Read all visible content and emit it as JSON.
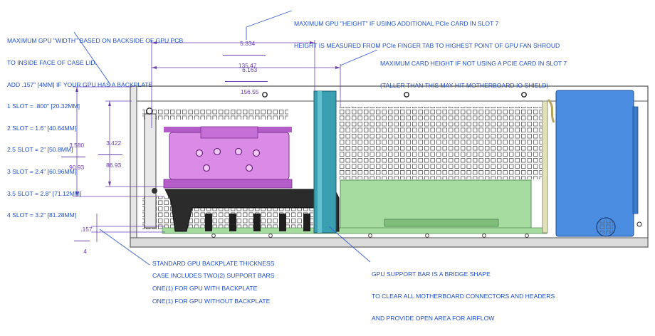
{
  "notes": {
    "gpu_width_lines": [
      "MAXIMUM GPU \"WIDTH\" BASED ON BACKSIDE OF GPU PCB",
      "TO INSIDE FACE OF CASE LID.",
      "ADD .157\" [4mm] IF YOUR GPU HAS A BACKPLATE",
      "1 SLOT = .800\" [20.32mm]",
      "2 SLOT = 1.6\" [40.64mm]",
      "2.5 SLOT = 2\" [50.8mm]",
      "3 SLOT = 2.4\" [60.96mm]",
      "3.5 SLOT = 2.8\" [71.12mm]",
      "4 SLOT = 3.2\" [81.28mm]"
    ],
    "gpu_height_lines": [
      "MAXIMUM GPU \"HEIGHT\" IF USING ADDITIONAL PCIe CARD IN SLOT 7",
      "HEIGHT IS MEASURED FROM PCIe FINGER TAB TO HIGHEST POINT OF GPU FAN SHROUD"
    ],
    "card_height_lines": [
      "MAXIMUM CARD HEIGHT IF NOT USING A PCIe CARD IN SLOT 7",
      "(TALLER THAN THIS MAY HIT MOTHERBOARD IO SHIELD)"
    ],
    "support_bar_lines": [
      "GPU SUPPORT BAR IS A BRIDGE SHAPE",
      "TO CLEAR ALL MOTHERBOARD CONNECTORS AND HEADERS",
      "AND PROVIDE OPEN AREA FOR AIRFLOW"
    ],
    "backplate_thickness": "STANDARD GPU BACKPLATE THICKNESS",
    "support_bars": "CASE INCLUDES TWO(2) SUPPORT BARS",
    "with_backplate": "ONE(1) FOR GPU WITH BACKPLATE",
    "without_backplate": "ONE(1) FOR GPU WITHOUT BACKPLATE"
  },
  "dimensions": {
    "d1": {
      "in": "5.334",
      "mm": "135.47"
    },
    "d2": {
      "in": "6.163",
      "mm": "156.55"
    },
    "d3": {
      "in": "3.580",
      "mm": "90.93"
    },
    "d4": {
      "in": "3.422",
      "mm": "86.93"
    },
    "d5": {
      "in": ".157",
      "mm": "4"
    }
  },
  "colors": {
    "note_text": "#1f4fbf",
    "dimension_text": "#6a3fb0",
    "leader_line": "#3a5fd0",
    "gpu": "#d98be6",
    "gpu_dark": "#b45cc8",
    "support_bar": "#3a9fb0",
    "motherboard": "#a7dca1",
    "psu": "#4b8de0",
    "chassis_line": "#505050",
    "bracket": "#2b2b2b"
  }
}
